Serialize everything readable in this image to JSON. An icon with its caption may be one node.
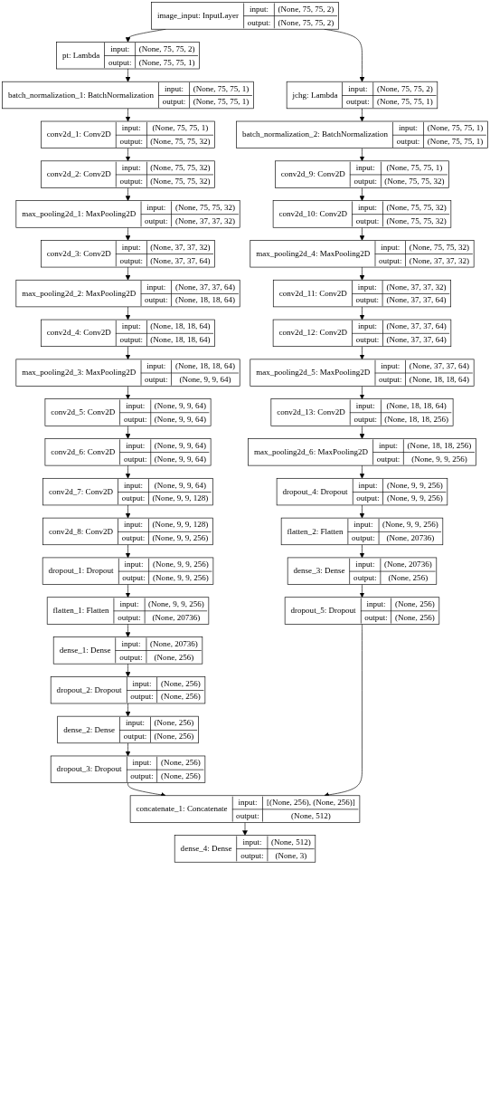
{
  "diagram": {
    "nodes": [
      {
        "text": [
          "image_input: InputLayer",
          "input:",
          "(None, 75, 75, 2)",
          "output:",
          "(None, 75, 75, 2)"
        ]
      },
      {
        "text": [
          "pt: Lambda",
          "input:",
          "(None, 75, 75, 2)",
          "output:",
          "(None, 75, 75, 1)"
        ]
      },
      {
        "text": [
          "batch_normalization_1: BatchNormalization",
          "input:",
          "(None, 75, 75, 1)",
          "output:",
          "(None, 75, 75, 1)"
        ]
      },
      {
        "text": [
          "jchg: Lambda",
          "input:",
          "(None, 75, 75, 2)",
          "output:",
          "(None, 75, 75, 1)"
        ]
      },
      {
        "text": [
          "conv2d_1: Conv2D",
          "input:",
          "(None, 75, 75, 1)",
          "output:",
          "(None, 75, 75, 32)"
        ]
      },
      {
        "text": [
          "batch_normalization_2: BatchNormalization",
          "input:",
          "(None, 75, 75, 1)",
          "output:",
          "(None, 75, 75, 1)"
        ]
      },
      {
        "text": [
          "conv2d_2: Conv2D",
          "input:",
          "(None, 75, 75, 32)",
          "output:",
          "(None, 75, 75, 32)"
        ]
      },
      {
        "text": [
          "conv2d_9: Conv2D",
          "input:",
          "(None, 75, 75, 1)",
          "output:",
          "(None, 75, 75, 32)"
        ]
      },
      {
        "text": [
          "max_pooling2d_1: MaxPooling2D",
          "input:",
          "(None, 75, 75, 32)",
          "output:",
          "(None, 37, 37, 32)"
        ]
      },
      {
        "text": [
          "conv2d_10: Conv2D",
          "input:",
          "(None, 75, 75, 32)",
          "output:",
          "(None, 75, 75, 32)"
        ]
      },
      {
        "text": [
          "conv2d_3: Conv2D",
          "input:",
          "(None, 37, 37, 32)",
          "output:",
          "(None, 37, 37, 64)"
        ]
      },
      {
        "text": [
          "max_pooling2d_4: MaxPooling2D",
          "input:",
          "(None, 75, 75, 32)",
          "output:",
          "(None, 37, 37, 32)"
        ]
      },
      {
        "text": [
          "max_pooling2d_2: MaxPooling2D",
          "input:",
          "(None, 37, 37, 64)",
          "output:",
          "(None, 18, 18, 64)"
        ]
      },
      {
        "text": [
          "conv2d_11: Conv2D",
          "input:",
          "(None, 37, 37, 32)",
          "output:",
          "(None, 37, 37, 64)"
        ]
      },
      {
        "text": [
          "conv2d_4: Conv2D",
          "input:",
          "(None, 18, 18, 64)",
          "output:",
          "(None, 18, 18, 64)"
        ]
      },
      {
        "text": [
          "conv2d_12: Conv2D",
          "input:",
          "(None, 37, 37, 64)",
          "output:",
          "(None, 37, 37, 64)"
        ]
      },
      {
        "text": [
          "max_pooling2d_3: MaxPooling2D",
          "input:",
          "(None, 18, 18, 64)",
          "output:",
          "(None, 9, 9, 64)"
        ]
      },
      {
        "text": [
          "max_pooling2d_5: MaxPooling2D",
          "input:",
          "(None, 37, 37, 64)",
          "output:",
          "(None, 18, 18, 64)"
        ]
      },
      {
        "text": [
          "conv2d_5: Conv2D",
          "input:",
          "(None, 9, 9, 64)",
          "output:",
          "(None, 9, 9, 64)"
        ]
      },
      {
        "text": [
          "conv2d_13: Conv2D",
          "input:",
          "(None, 18, 18, 64)",
          "output:",
          "(None, 18, 18, 256)"
        ]
      },
      {
        "text": [
          "conv2d_6: Conv2D",
          "input:",
          "(None, 9, 9, 64)",
          "output:",
          "(None, 9, 9, 64)"
        ]
      },
      {
        "text": [
          "max_pooling2d_6: MaxPooling2D",
          "input:",
          "(None, 18, 18, 256)",
          "output:",
          "(None, 9, 9, 256)"
        ]
      },
      {
        "text": [
          "conv2d_7: Conv2D",
          "input:",
          "(None, 9, 9, 64)",
          "output:",
          "(None, 9, 9, 128)"
        ]
      },
      {
        "text": [
          "dropout_4: Dropout",
          "input:",
          "(None, 9, 9, 256)",
          "output:",
          "(None, 9, 9, 256)"
        ]
      },
      {
        "text": [
          "conv2d_8: Conv2D",
          "input:",
          "(None, 9, 9, 128)",
          "output:",
          "(None, 9, 9, 256)"
        ]
      },
      {
        "text": [
          "flatten_2: Flatten",
          "input:",
          "(None, 9, 9, 256)",
          "output:",
          "(None, 20736)"
        ]
      },
      {
        "text": [
          "dropout_1: Dropout",
          "input:",
          "(None, 9, 9, 256)",
          "output:",
          "(None, 9, 9, 256)"
        ]
      },
      {
        "text": [
          "dense_3: Dense",
          "input:",
          "(None, 20736)",
          "output:",
          "(None, 256)"
        ]
      },
      {
        "text": [
          "flatten_1: Flatten",
          "input:",
          "(None, 9, 9, 256)",
          "output:",
          "(None, 20736)"
        ]
      },
      {
        "text": [
          "dropout_5: Dropout",
          "input:",
          "(None, 256)",
          "output:",
          "(None, 256)"
        ]
      },
      {
        "text": [
          "dense_1: Dense",
          "input:",
          "(None, 20736)",
          "output:",
          "(None, 256)"
        ]
      },
      {
        "text": [
          "dropout_2: Dropout",
          "input:",
          "(None, 256)",
          "output:",
          "(None, 256)"
        ]
      },
      {
        "text": [
          "dense_2: Dense",
          "input:",
          "(None, 256)",
          "output:",
          "(None, 256)"
        ]
      },
      {
        "text": [
          "dropout_3: Dropout",
          "input:",
          "(None, 256)",
          "output:",
          "(None, 256)"
        ]
      },
      {
        "text": [
          "concatenate_1: Concatenate",
          "input:",
          "[(None, 256), (None, 256)]",
          "output:",
          "(None, 512)"
        ]
      },
      {
        "text": [
          "dense_4: Dense",
          "input:",
          "(None, 512)",
          "output:",
          "(None, 3)"
        ]
      }
    ],
    "edges": [
      {
        "from": 0,
        "to": 1,
        "arrow": "to"
      },
      {
        "from": 0,
        "to": 3,
        "arrow": "to"
      },
      {
        "from": 1,
        "to": 2,
        "arrow": "to"
      },
      {
        "from": 3,
        "to": 5,
        "arrow": "to"
      },
      {
        "from": 2,
        "to": 4,
        "arrow": "to"
      },
      {
        "from": 5,
        "to": 7,
        "arrow": "to"
      },
      {
        "from": 4,
        "to": 6,
        "arrow": "to"
      },
      {
        "from": 7,
        "to": 9,
        "arrow": "to"
      },
      {
        "from": 6,
        "to": 8,
        "arrow": "to"
      },
      {
        "from": 9,
        "to": 11,
        "arrow": "to"
      },
      {
        "from": 8,
        "to": 10,
        "arrow": "to"
      },
      {
        "from": 11,
        "to": 13,
        "arrow": "to"
      },
      {
        "from": 10,
        "to": 12,
        "arrow": "to"
      },
      {
        "from": 13,
        "to": 15,
        "arrow": "to"
      },
      {
        "from": 12,
        "to": 14,
        "arrow": "to"
      },
      {
        "from": 15,
        "to": 17,
        "arrow": "to"
      },
      {
        "from": 14,
        "to": 16,
        "arrow": "to"
      },
      {
        "from": 17,
        "to": 19,
        "arrow": "to"
      },
      {
        "from": 16,
        "to": 18,
        "arrow": "to"
      },
      {
        "from": 19,
        "to": 21,
        "arrow": "to"
      },
      {
        "from": 18,
        "to": 20,
        "arrow": "to"
      },
      {
        "from": 21,
        "to": 23,
        "arrow": "to"
      },
      {
        "from": 20,
        "to": 22,
        "arrow": "to"
      },
      {
        "from": 23,
        "to": 25,
        "arrow": "to"
      },
      {
        "from": 22,
        "to": 24,
        "arrow": "to"
      },
      {
        "from": 25,
        "to": 27,
        "arrow": "to"
      },
      {
        "from": 24,
        "to": 26,
        "arrow": "to"
      },
      {
        "from": 27,
        "to": 29,
        "arrow": "to"
      },
      {
        "from": 26,
        "to": 28,
        "arrow": "to"
      },
      {
        "from": 28,
        "to": 30,
        "arrow": "to"
      },
      {
        "from": 30,
        "to": 31,
        "arrow": "to"
      },
      {
        "from": 31,
        "to": 32,
        "arrow": "to"
      },
      {
        "from": 32,
        "to": 33,
        "arrow": "to"
      },
      {
        "from": 33,
        "to": 34,
        "arrow": "to"
      },
      {
        "from": 29,
        "to": 34,
        "arrow": "to"
      },
      {
        "from": 34,
        "to": 35,
        "arrow": "to"
      }
    ]
  }
}
